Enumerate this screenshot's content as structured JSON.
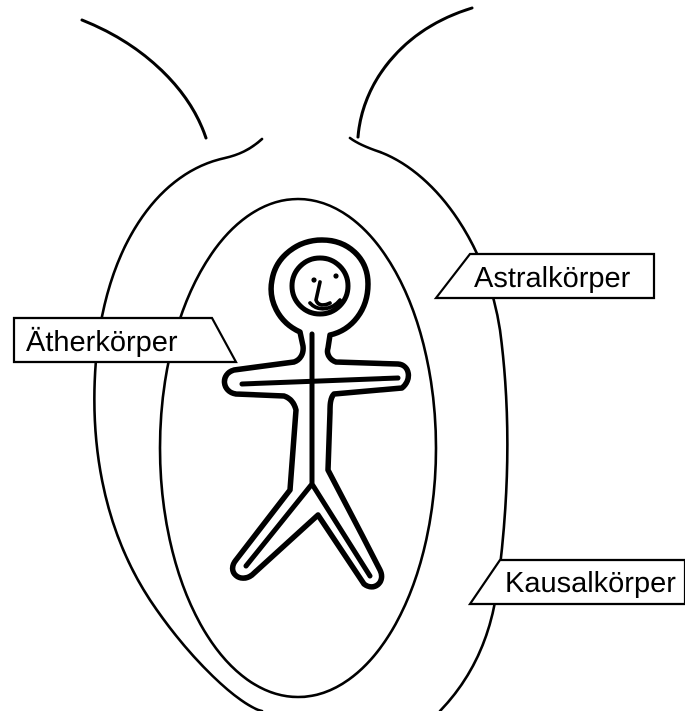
{
  "labels": {
    "aether": "Ätherkörper",
    "astral": "Astralkörper",
    "kausal": "Kausalkörper"
  },
  "colors": {
    "line": "#000000",
    "background": "#ffffff"
  }
}
